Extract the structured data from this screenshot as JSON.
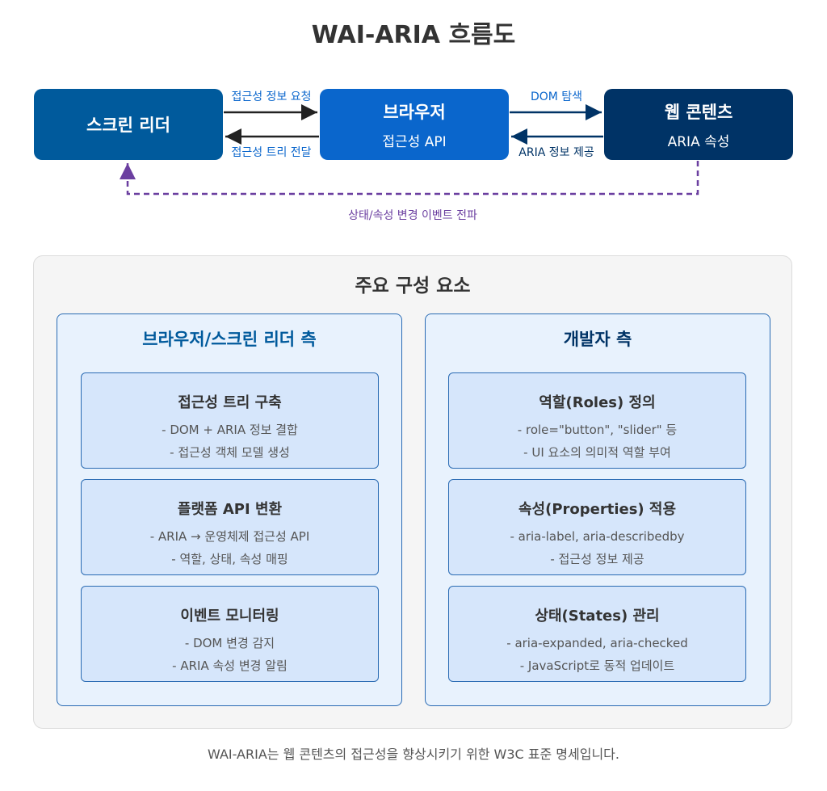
{
  "title": "WAI-ARIA 흐름도",
  "flow": {
    "screen_reader": {
      "name": "스크린 리더",
      "color": "#005a9c"
    },
    "browser": {
      "name": "브라우저",
      "sub": "접근성 API",
      "color": "#0a66cc"
    },
    "web_content": {
      "name": "웹 콘텐츠",
      "sub": "ARIA 속성",
      "color": "#003366"
    },
    "edges": {
      "request": "접근성 정보 요청",
      "deliver": "접근성 트리 전달",
      "dom_explore": "DOM 탐색",
      "aria_provide": "ARIA 정보 제공",
      "event": "상태/속성 변경 이벤트 전파"
    }
  },
  "components": {
    "title": "주요 구성 요소",
    "browser_side": {
      "title": "브라우저/스크린 리더 측",
      "cards": [
        {
          "title": "접근성 트리 구축",
          "lines": [
            "- DOM + ARIA 정보 결합",
            "- 접근성 객체 모델 생성"
          ]
        },
        {
          "title": "플랫폼 API 변환",
          "lines": [
            "- ARIA → 운영체제 접근성 API",
            "- 역할, 상태, 속성 매핑"
          ]
        },
        {
          "title": "이벤트 모니터링",
          "lines": [
            "- DOM 변경 감지",
            "- ARIA 속성 변경 알림"
          ]
        }
      ]
    },
    "developer_side": {
      "title": "개발자 측",
      "cards": [
        {
          "title": "역할(Roles) 정의",
          "lines": [
            "- role=\"button\", \"slider\" 등",
            "- UI 요소의 의미적 역할 부여"
          ]
        },
        {
          "title": "속성(Properties) 적용",
          "lines": [
            "- aria-label, aria-describedby",
            "- 접근성 정보 제공"
          ]
        },
        {
          "title": "상태(States) 관리",
          "lines": [
            "- aria-expanded, aria-checked",
            "- JavaScript로 동적 업데이트"
          ]
        }
      ]
    }
  },
  "footer": "WAI-ARIA는 웹 콘텐츠의 접근성을 향상시키기 위한 W3C 표준 명세입니다."
}
